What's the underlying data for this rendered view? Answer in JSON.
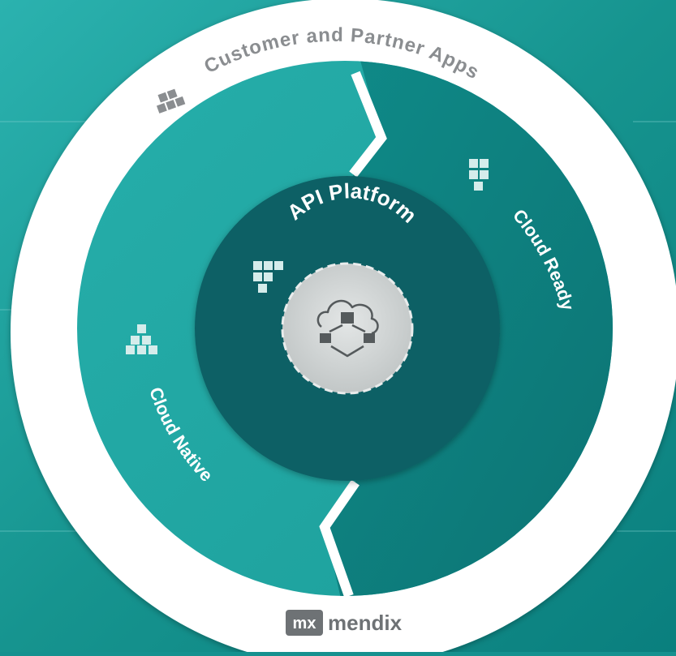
{
  "diagram": {
    "outer_ring_label": "Customer and Partner Apps",
    "right_segment_label": "Cloud Ready",
    "left_segment_label": "Cloud Native",
    "inner_circle_label": "API Platform",
    "core_icon": "cloud-network-icon",
    "segment_icons": [
      "cubes-icon",
      "cubes-icon",
      "cubes-icon",
      "cubes-icon"
    ]
  },
  "branding": {
    "logo_mark": "mx",
    "logo_word": "mendix"
  },
  "colors": {
    "background": "#15918f",
    "outer_ring": "#ffffff",
    "left_segment": "#25aca9",
    "right_segment": "#117f80",
    "inner_circle": "#0a6165",
    "core": "#cfd3d3",
    "label_gray": "#8a8d90"
  }
}
